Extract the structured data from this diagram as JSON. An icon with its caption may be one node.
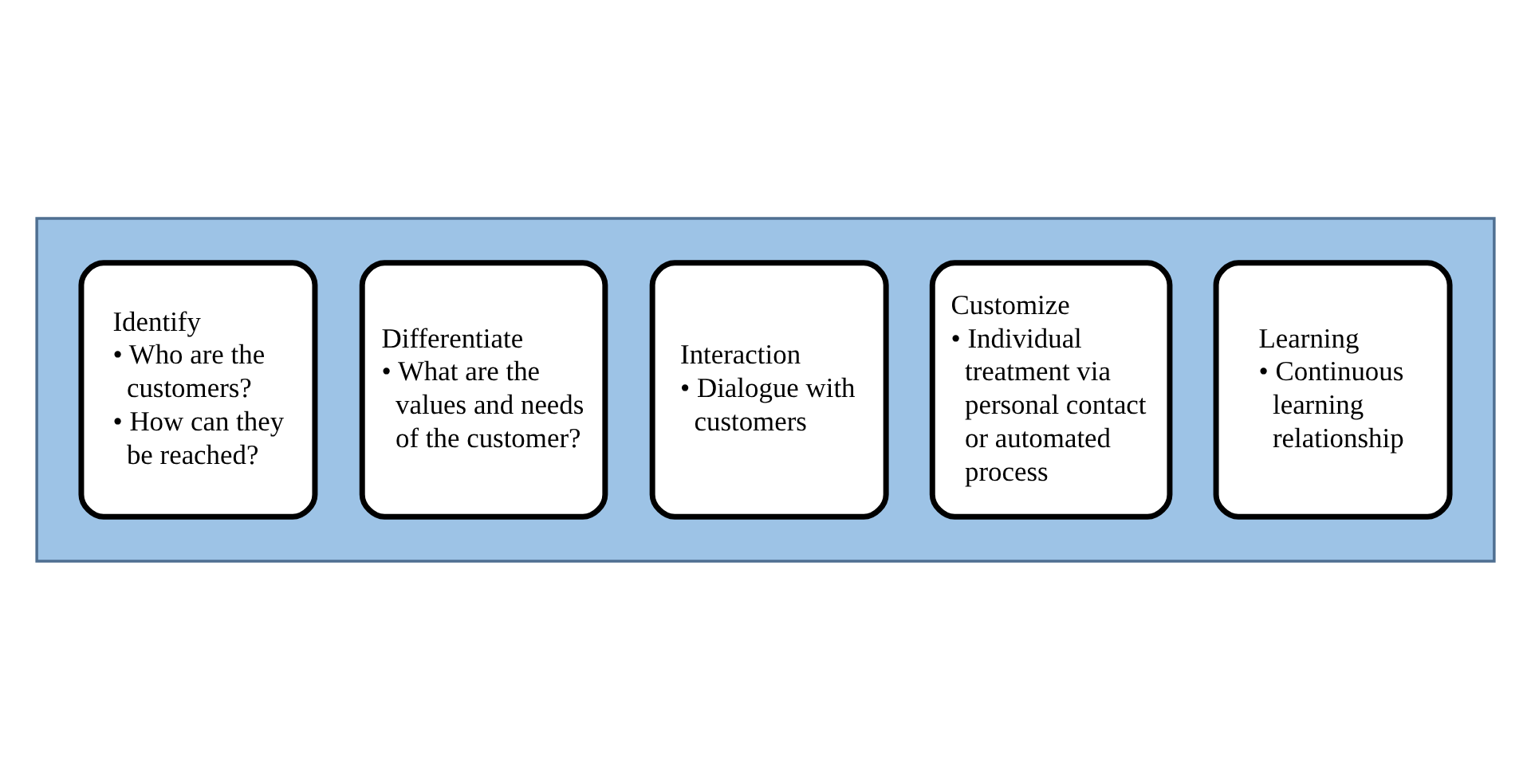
{
  "diagram": {
    "nodes": [
      {
        "text": [],
        "shape": "arrow"
      },
      {
        "text": [
          "Identify",
          "• Who are the customers?",
          "• How can they be reached?"
        ],
        "in": 0
      },
      {
        "text": [
          "Differentiate",
          "• What are the values and needs of the customer?"
        ],
        "in": 0
      },
      {
        "text": [
          "Interaction",
          "• Dialogue with customers"
        ],
        "in": 0
      },
      {
        "text": [
          "Customize",
          "• Individual treatment via personal contact or automated process"
        ],
        "in": 0
      },
      {
        "text": [
          "Learning",
          "• Continuous learning relationship"
        ],
        "in": 0
      }
    ],
    "edges": []
  }
}
